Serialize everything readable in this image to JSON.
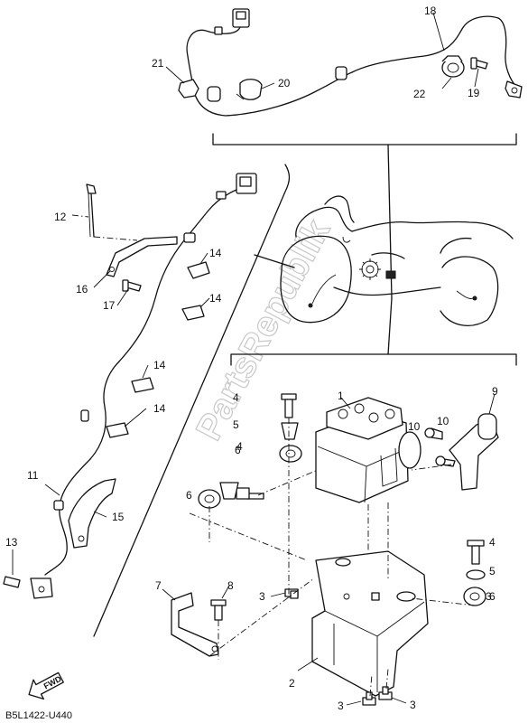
{
  "diagram": {
    "drawing_code": "B5L1422-U440",
    "watermark": "PartsRepublik",
    "direction_label": "FWD",
    "callouts": [
      "1",
      "2",
      "3",
      "3",
      "3",
      "3",
      "4",
      "4",
      "4",
      "5",
      "5",
      "6",
      "6",
      "6",
      "7",
      "8",
      "9",
      "10",
      "10",
      "11",
      "12",
      "13",
      "14",
      "14",
      "14",
      "14",
      "15",
      "16",
      "17",
      "18",
      "19",
      "20",
      "21",
      "22"
    ]
  }
}
